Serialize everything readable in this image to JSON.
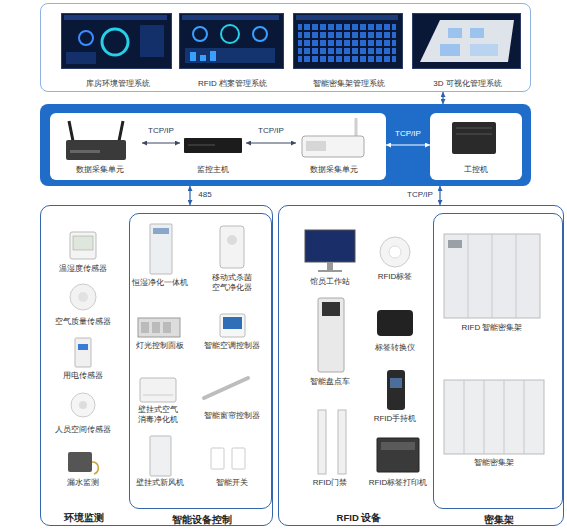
{
  "diagram": {
    "nodes": [
      {
        "text": []
      },
      {
        "text": [
          "库房环境管理系统"
        ],
        "in": 0
      },
      {
        "text": [
          "RFID 档案管理系统"
        ],
        "in": 0
      },
      {
        "text": [
          "智能密集架管理系统"
        ],
        "in": 0
      },
      {
        "text": [
          "3D 可视化管理系统"
        ],
        "in": 0
      },
      {
        "text": []
      },
      {
        "text": [],
        "in": 5
      },
      {
        "text": [
          "数据采集单元"
        ],
        "in": 6
      },
      {
        "text": [
          "监控主机"
        ],
        "in": 6
      },
      {
        "text": [
          "数据采集单元"
        ],
        "in": 6
      },
      {
        "text": [
          "工控机"
        ],
        "in": 5
      },
      {
        "text": [
          "环境监测"
        ]
      },
      {
        "text": [
          "智能设备控制"
        ],
        "in": 11
      },
      {
        "text": [
          "RFID 设备"
        ]
      },
      {
        "text": [
          "密集架"
        ],
        "in": 13
      }
    ],
    "edges": [
      {
        "from": 7,
        "to": 8,
        "label": "TCP/IP",
        "arrow": "both"
      },
      {
        "from": 8,
        "to": 9,
        "label": "TCP/IP",
        "arrow": "both"
      },
      {
        "from": 6,
        "to": 10,
        "label": "TCP/IP",
        "arrow": "both"
      },
      {
        "from": 5,
        "to": 0,
        "arrow": "both"
      },
      {
        "from": 5,
        "to": 11,
        "label": "485",
        "arrow": "both"
      },
      {
        "from": 5,
        "to": 13,
        "label": "TCP/IP",
        "arrow": "both"
      }
    ],
    "labels": [
      "温湿度传感器",
      "空气质量传感器",
      "用电传感器",
      "人员空间传感器",
      "漏水监测",
      "恒湿净化一体机",
      "移动式杀菌 空气净化器",
      "灯光控制面板",
      "智能空调控制器",
      "壁挂式空气 消毒净化机",
      "智能窗帘控制器",
      "壁挂式新风机",
      "智能开关",
      "馆员工作站",
      "RFID标签",
      "标签转换仪",
      "智能盘点车",
      "RFID手持机",
      "RFID门禁",
      "RFID标签打印机",
      "RIFD 智能密集架",
      "智能密集架"
    ]
  }
}
